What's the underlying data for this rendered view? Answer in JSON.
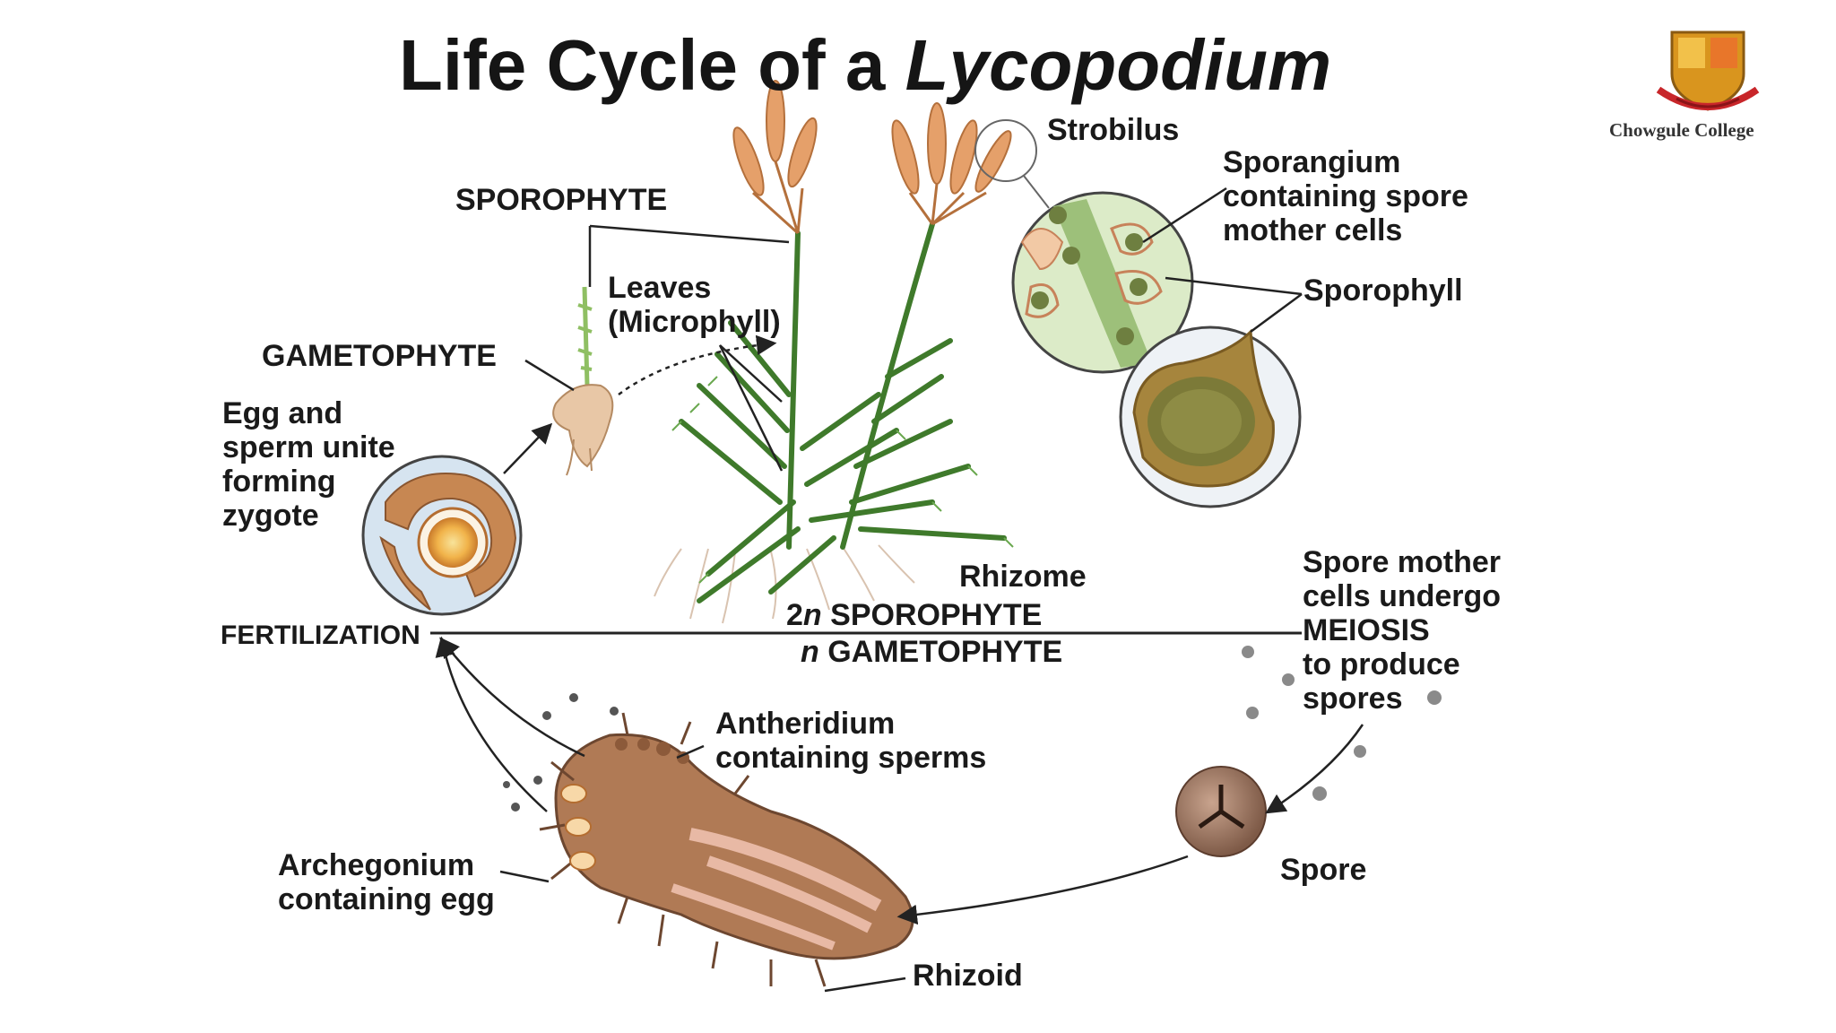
{
  "title": {
    "main": "Life Cycle of a ",
    "italic": "Lycopodium"
  },
  "logo": {
    "name": "Chowgule College"
  },
  "labels": {
    "strobilus": "Strobilus",
    "sporophyte": "SPOROPHYTE",
    "sporangium": [
      "Sporangium",
      "containing spore",
      "mother cells"
    ],
    "sporophyll": "Sporophyll",
    "leaves": [
      "Leaves",
      "(Microphyll)"
    ],
    "gametophyte": "GAMETOPHYTE",
    "egg_sperm": [
      "Egg and",
      "sperm unite",
      "forming",
      "zygote"
    ],
    "rhizome": "Rhizome",
    "fertilization": "FERTILIZATION",
    "ploidy_2n_prefix": "2",
    "ploidy_2n_var": "n",
    "ploidy_2n_text": " SPOROPHYTE",
    "ploidy_n_var": "n",
    "ploidy_n_text": " GAMETOPHYTE",
    "meiosis": [
      "Spore mother",
      "cells undergo",
      "MEIOSIS",
      "to produce",
      "spores"
    ],
    "antheridium": [
      "Antheridium",
      "containing sperms"
    ],
    "archegonium": [
      "Archegonium",
      "containing egg"
    ],
    "spore": "Spore",
    "rhizoid": "Rhizoid"
  }
}
